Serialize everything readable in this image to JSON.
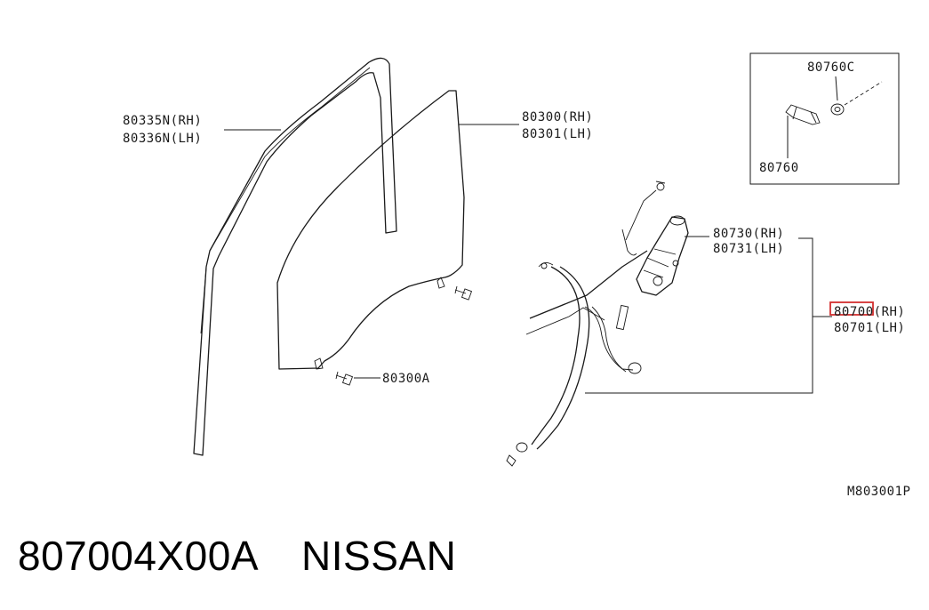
{
  "callouts": {
    "run_channel": {
      "rh": "80335N(RH)",
      "lh": "80336N(LH)"
    },
    "door_glass": {
      "rh": "80300(RH)",
      "lh": "80301(LH)"
    },
    "glass_bolt": "80300A",
    "motor": {
      "rh": "80730(RH)",
      "lh": "80731(LH)"
    },
    "regulator": {
      "rh": "80700(RH)",
      "lh": "80701(LH)"
    },
    "inset": {
      "cap": "80760C",
      "handle": "80760"
    }
  },
  "drawing_code": "M803001P",
  "footer": {
    "part_number": "807004X00A",
    "brand": "NISSAN"
  },
  "colors": {
    "highlight": "#d32f2f",
    "line": "#1a1a1a"
  }
}
